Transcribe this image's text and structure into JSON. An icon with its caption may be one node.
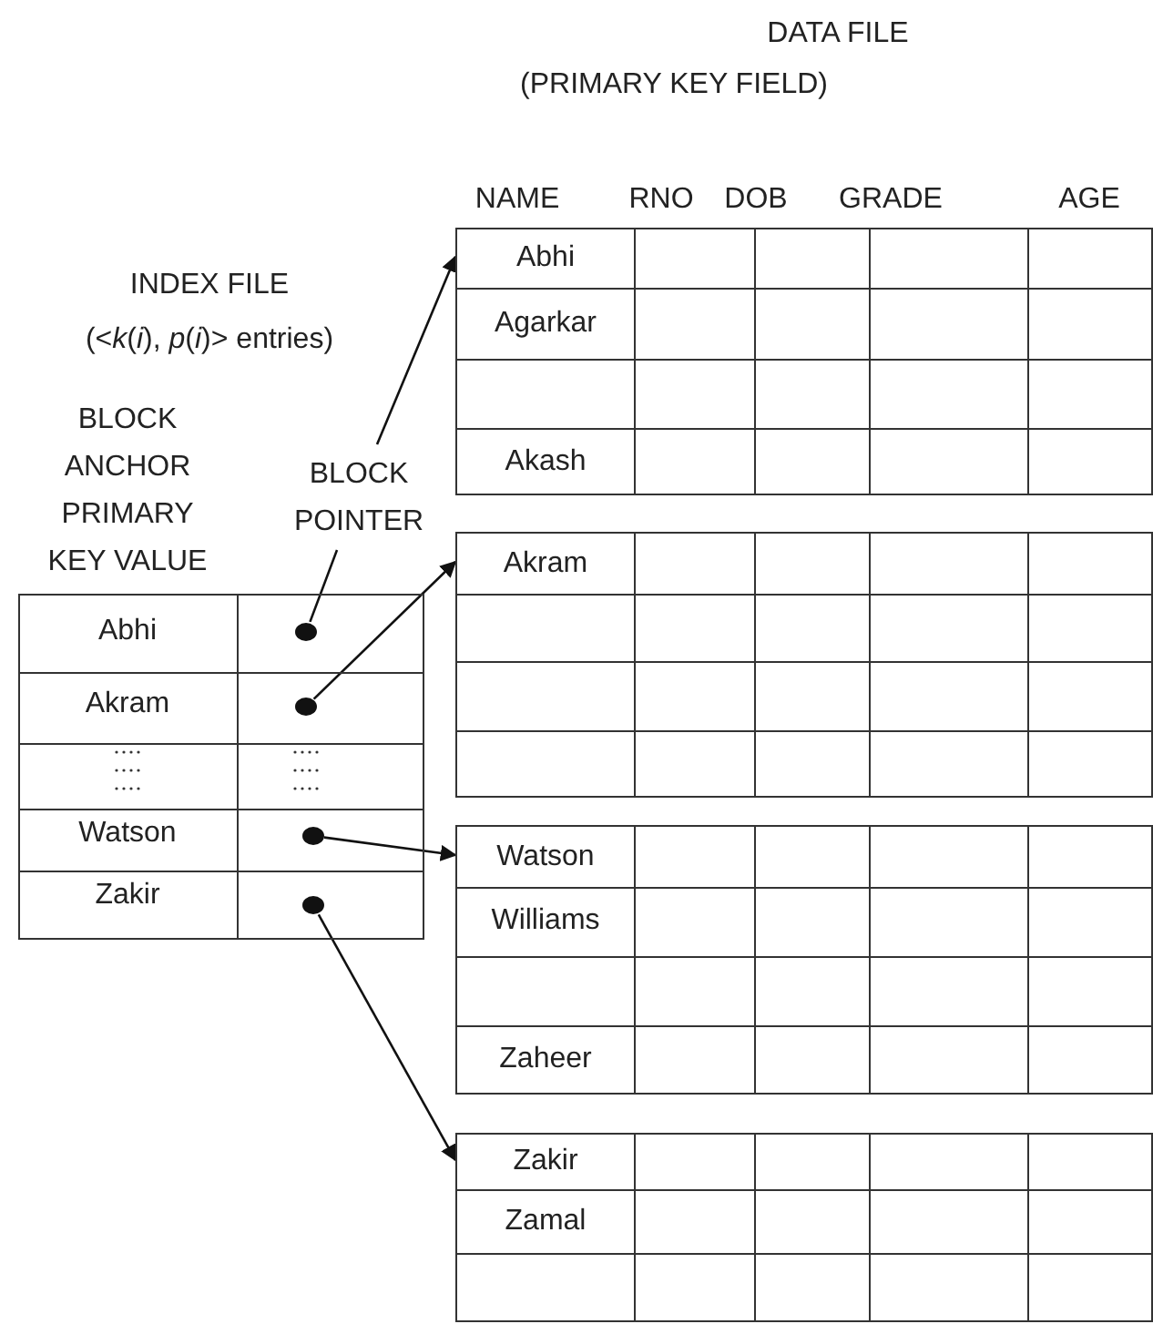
{
  "diagram": {
    "nodes": [
      {
        "text": [
          "BLOCK POINTER"
        ]
      },
      {
        "text": [],
        "shape": "circle"
      },
      {
        "text": [],
        "shape": "circle"
      },
      {
        "text": [],
        "shape": "circle"
      },
      {
        "text": [],
        "shape": "circle"
      },
      {
        "text": [
          "Abhi",
          "Agarkar",
          "Akash"
        ]
      },
      {
        "text": [
          "Akram"
        ]
      },
      {
        "text": [
          "Watson",
          "Williams",
          "Zaheer"
        ]
      },
      {
        "text": [
          "Zakir",
          "Zamal"
        ]
      }
    ],
    "edges": [
      {
        "from": 0,
        "to": 1,
        "arrow": "none"
      },
      {
        "from": 0,
        "to": 5,
        "arrow": "to"
      },
      {
        "from": 2,
        "to": 6,
        "arrow": "to"
      },
      {
        "from": 3,
        "to": 7,
        "arrow": "to"
      },
      {
        "from": 4,
        "to": 8,
        "arrow": "to"
      }
    ],
    "labels": [
      "DATA FILE",
      "(PRIMARY KEY FIELD)",
      "NAME",
      "RNO",
      "DOB",
      "GRADE",
      "AGE",
      "INDEX FILE",
      "(<*k*(*i*), *p*(*i*)> entries)",
      "BLOCK ANCHOR PRIMARY KEY VALUE",
      "Abhi",
      "Akram",
      "Watson",
      "Zakir"
    ]
  }
}
